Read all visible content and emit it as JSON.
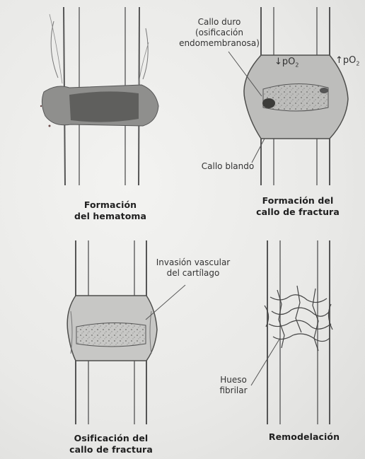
{
  "panels": [
    {
      "caption": [
        "Formación",
        "del hematoma"
      ],
      "labels": []
    },
    {
      "caption": [
        "Formación del",
        "callo de fractura"
      ],
      "labels": {
        "hard_callus": [
          "Callo duro",
          "(osificación",
          "endomembranosa)"
        ],
        "soft_callus": "Callo blando",
        "po2_low": "↓pO",
        "po2_high": "↑pO",
        "subscript": "2"
      }
    },
    {
      "caption": [
        "Osificación del",
        "callo de fractura"
      ],
      "labels": {
        "vascular": [
          "Invasión vascular",
          "del cartílago"
        ]
      }
    },
    {
      "caption": [
        "Remodelación"
      ],
      "labels": {
        "woven_bone": [
          "Hueso",
          "fibrilar"
        ]
      }
    }
  ]
}
